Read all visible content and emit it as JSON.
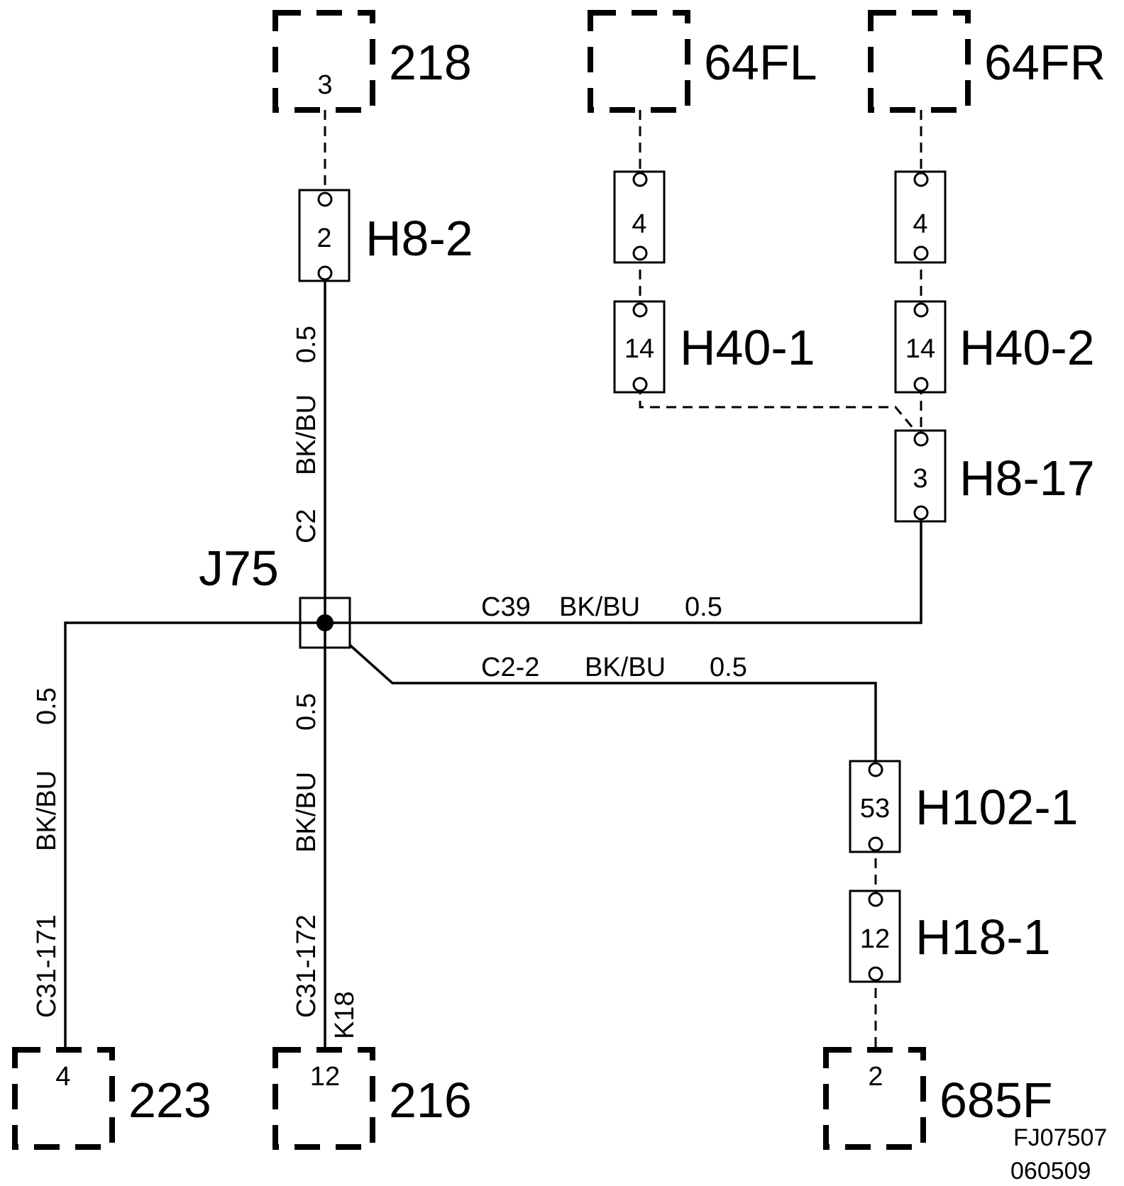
{
  "components": {
    "c218": {
      "name": "218",
      "pin": "3"
    },
    "c64fl": {
      "name": "64FL"
    },
    "c64fr": {
      "name": "64FR"
    },
    "c223": {
      "name": "223",
      "pin": "4"
    },
    "c216": {
      "name": "216",
      "pin": "12"
    },
    "c685f": {
      "name": "685F",
      "pin": "2"
    }
  },
  "connectors": {
    "h8_2": {
      "name": "H8-2",
      "pin": "2"
    },
    "h64fl_c": {
      "pin": "4"
    },
    "h64fr_c": {
      "pin": "4"
    },
    "h40_1": {
      "name": "H40-1",
      "pin": "14"
    },
    "h40_2": {
      "name": "H40-2",
      "pin": "14"
    },
    "h8_17": {
      "name": "H8-17",
      "pin": "3"
    },
    "h102_1": {
      "name": "H102-1",
      "pin": "53"
    },
    "h18_1": {
      "name": "H18-1",
      "pin": "12"
    }
  },
  "splice": {
    "name": "J75"
  },
  "wires": {
    "c2": {
      "circuit": "C2",
      "color": "BK/BU",
      "size": "0.5"
    },
    "c39": {
      "circuit": "C39",
      "color": "BK/BU",
      "size": "0.5"
    },
    "c2_2": {
      "circuit": "C2-2",
      "color": "BK/BU",
      "size": "0.5"
    },
    "c31_171": {
      "circuit": "C31-171",
      "color": "BK/BU",
      "size": "0.5"
    },
    "c31_172": {
      "circuit": "C31-172",
      "color": "BK/BU",
      "size": "0.5",
      "extra": "K18"
    }
  },
  "footer": {
    "line1": "FJ07507",
    "line2": "060509"
  }
}
